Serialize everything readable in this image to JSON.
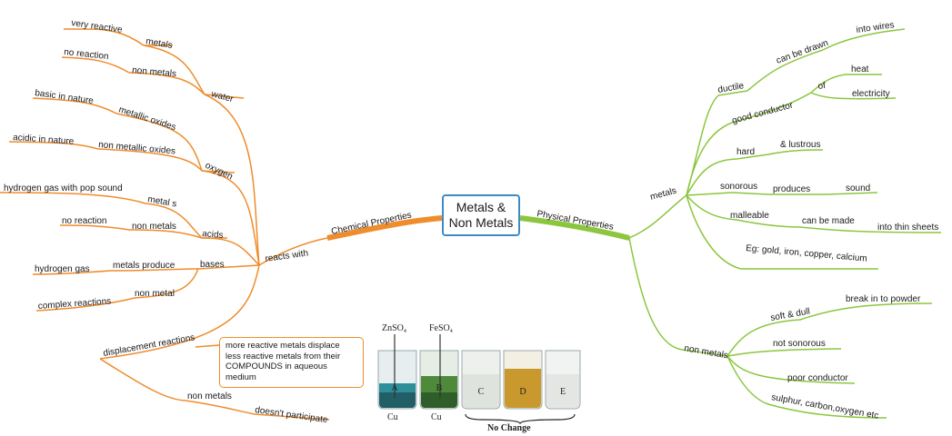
{
  "center": {
    "line1": "Metals &",
    "line2": "Non Metals"
  },
  "chemical": {
    "title": "Chemical Properties",
    "reacts_with": "reacts with",
    "water": {
      "label": "water",
      "metals": "metals",
      "metals_result": "very reactive",
      "non_metals": "non metals",
      "non_metals_result": "no reaction"
    },
    "oxygen": {
      "label": "oxygen",
      "metallic_oxides": "metallic oxides",
      "metallic_result": "basic in nature",
      "non_metallic_oxides": "non metallic oxides",
      "non_metallic_result": "acidic in nature"
    },
    "acids": {
      "label": "acids",
      "metals": "metal s",
      "metals_result": "hydrogen gas with pop sound",
      "non_metals": "non metals",
      "non_metals_result": "no reaction"
    },
    "bases": {
      "label": "bases",
      "metals": "metals produce",
      "metals_result": "hydrogen gas",
      "non_metal": "non metal",
      "non_metal_result": "complex reactions"
    },
    "displacement": {
      "label": "displacement reactions",
      "note": "more reactive metals displace less reactive metals from their COMPOUNDS in aqueous medium",
      "non_metals": "non metals",
      "non_metals_result": "doesn't participate"
    }
  },
  "physical": {
    "title": "Physical Properties",
    "metals": {
      "label": "metals",
      "ductile": "ductile",
      "can_be_drawn": "can be drawn",
      "into_wires": "into wires",
      "good_conductor": "good conductor",
      "of": "of",
      "heat": "heat",
      "electricity": "electricity",
      "hard": "hard",
      "lustrous": "& lustrous",
      "sonorous": "sonorous",
      "produces": "produces",
      "sound": "sound",
      "malleable": "malleable",
      "can_be_made": "can be made",
      "thin_sheets": "into thin sheets",
      "examples": "Eg: gold, iron, copper, calcium"
    },
    "non_metals": {
      "label": "non metals",
      "soft_dull": "soft & dull",
      "powder": "break in to powder",
      "not_sonorous": "not sonorous",
      "poor_conductor": "poor conductor",
      "examples": "sulphur, carbon,oxygen etc"
    }
  },
  "beakers": {
    "znso4_main": "ZnSO",
    "znso4_sub": "4",
    "feso4_main": "FeSO",
    "feso4_sub": "4",
    "cu1": "Cu",
    "cu2": "Cu",
    "labels": [
      "A",
      "B",
      "C",
      "D",
      "E"
    ],
    "no_change": "No Change"
  },
  "colors": {
    "chemical": "#ef8c2c",
    "physical": "#8cc63f",
    "center_border": "#3e8ac4"
  }
}
